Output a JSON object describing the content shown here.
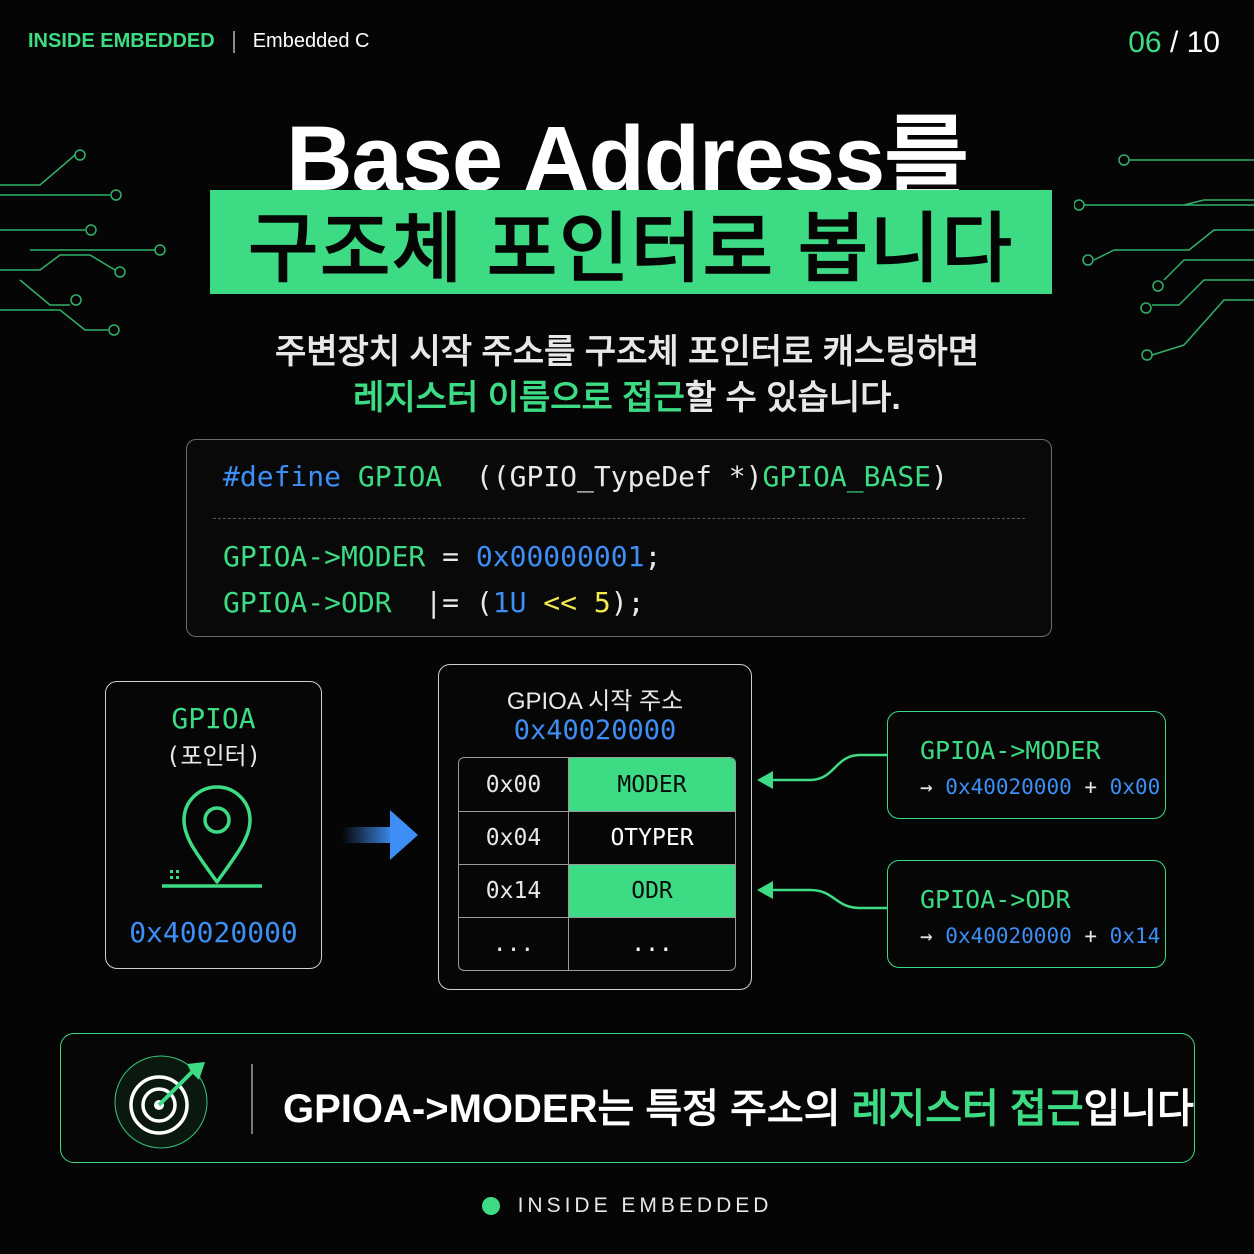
{
  "header": {
    "brand": "INSIDE EMBEDDED",
    "category": "Embedded C",
    "page_current": "06",
    "page_sep": " / ",
    "page_total": "10"
  },
  "title": {
    "line1": "Base Address를",
    "line2": "구조체 포인터로 봅니다"
  },
  "subtitle": {
    "line1": "주변장치 시작 주소를 구조체 포인터로 캐스팅하면",
    "line2_highlight_a": "레지스터 이름으로 접근",
    "line2_rest": "할 수 있습니다."
  },
  "code": {
    "l1_kw": "#define",
    "l1_name": "GPIOA",
    "l1_mid": "  ((GPIO_TypeDef *)",
    "l1_base": "GPIOA_BASE",
    "l1_end": ")",
    "l2_reg": "GPIOA->MODER",
    "l2_op": " = ",
    "l2_val": "0x00000001",
    "l2_end": ";",
    "l3_reg": "GPIOA->ODR",
    "l3_op": "  |= (",
    "l3_one": "1U",
    "l3_shift": " << ",
    "l3_five": "5",
    "l3_end": ");"
  },
  "pointer_card": {
    "name": "GPIOA",
    "kind": "(포인터)",
    "address": "0x40020000",
    "icon": "location-pin-icon"
  },
  "memory": {
    "title": "GPIOA 시작 주소",
    "base": "0x40020000",
    "rows": [
      {
        "offset": "0x00",
        "register": "MODER"
      },
      {
        "offset": "0x04",
        "register": "OTYPER"
      },
      {
        "offset": "0x14",
        "register": "ODR"
      },
      {
        "offset": "...",
        "register": "..."
      }
    ]
  },
  "access": [
    {
      "title": "GPIOA->MODER",
      "arrow": "→ ",
      "base": "0x40020000",
      "plus": " + ",
      "offset": "0x00"
    },
    {
      "title": "GPIOA->ODR",
      "arrow": "→ ",
      "base": "0x40020000",
      "plus": " + ",
      "offset": "0x14"
    }
  ],
  "banner": {
    "icon": "target-icon",
    "text_a": "GPIOA->MODER는 특정 주소의 ",
    "text_b": "레지스터 접근",
    "text_c": "입니다"
  },
  "footer": {
    "text": "INSIDE EMBEDDED"
  },
  "colors": {
    "accent_green": "#3ddc84",
    "accent_blue": "#3d8ef5",
    "background": "#050505"
  }
}
